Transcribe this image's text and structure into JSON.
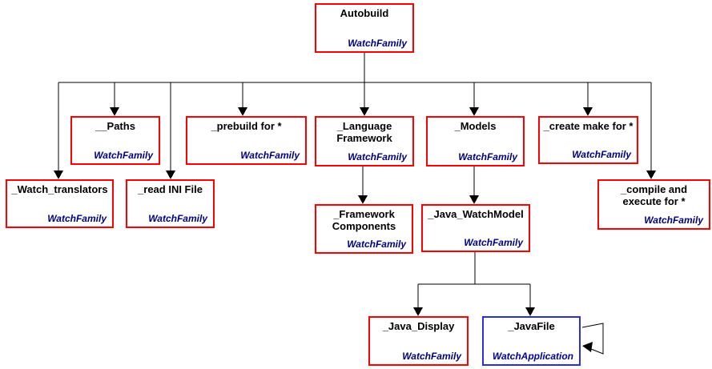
{
  "colors": {
    "class_border": "#ff0000",
    "highlight_border": "#2d2de0",
    "stereotype_text": "#000080",
    "connector": "#000000",
    "background": "#ffffff"
  },
  "nodes": [
    {
      "title": "Autobuild",
      "stereotype": "WatchFamily"
    },
    {
      "title": "__Paths",
      "stereotype": "WatchFamily"
    },
    {
      "title": "_prebuild for *",
      "stereotype": "WatchFamily"
    },
    {
      "title": "_Language Framework",
      "stereotype": "WatchFamily"
    },
    {
      "title": "_Models",
      "stereotype": "WatchFamily"
    },
    {
      "title": "_create make for *",
      "stereotype": "WatchFamily"
    },
    {
      "title": "_Watch_translators",
      "stereotype": "WatchFamily"
    },
    {
      "title": "_read INI File",
      "stereotype": "WatchFamily"
    },
    {
      "title": "_compile and execute for *",
      "stereotype": "WatchFamily"
    },
    {
      "title": "_Framework Components",
      "stereotype": "WatchFamily"
    },
    {
      "title": "_Java_WatchModel",
      "stereotype": "WatchFamily"
    },
    {
      "title": "_Java_Display",
      "stereotype": "WatchFamily"
    },
    {
      "title": "_JavaFile",
      "stereotype": "WatchApplication"
    }
  ]
}
